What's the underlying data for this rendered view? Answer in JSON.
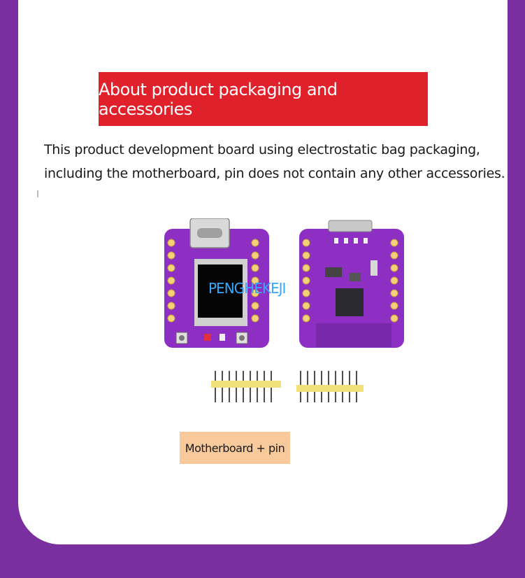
{
  "heading": "About product packaging and accessories",
  "description_lines": [
    "This product development board using electrostatic bag packaging,",
    "including the motherboard, pin does not contain any other accessories."
  ],
  "watermark": "PENGHEKEJI",
  "caption": "Motherboard + pin",
  "colors": {
    "background": "#7a2fa0",
    "banner": "#e0202a",
    "caption_bg": "#f8c99a",
    "pcb": "#8e2fc4"
  }
}
